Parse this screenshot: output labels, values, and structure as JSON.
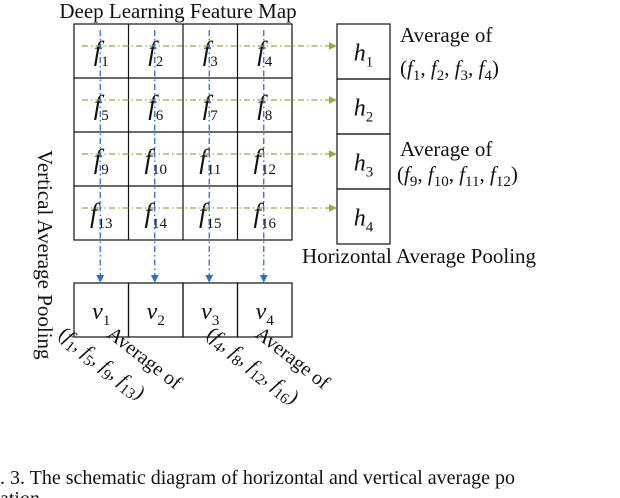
{
  "title": "Deep Learning Feature Map",
  "grid": [
    [
      {
        "base": "f",
        "sub": "1"
      },
      {
        "base": "f",
        "sub": "2"
      },
      {
        "base": "f",
        "sub": "3"
      },
      {
        "base": "f",
        "sub": "4"
      }
    ],
    [
      {
        "base": "f",
        "sub": "5"
      },
      {
        "base": "f",
        "sub": "6"
      },
      {
        "base": "f",
        "sub": "7"
      },
      {
        "base": "f",
        "sub": "8"
      }
    ],
    [
      {
        "base": "f",
        "sub": "9"
      },
      {
        "base": "f",
        "sub": "10"
      },
      {
        "base": "f",
        "sub": "11"
      },
      {
        "base": "f",
        "sub": "12"
      }
    ],
    [
      {
        "base": "f",
        "sub": "13"
      },
      {
        "base": "f",
        "sub": "14"
      },
      {
        "base": "f",
        "sub": "15"
      },
      {
        "base": "f",
        "sub": "16"
      }
    ]
  ],
  "h_cells": [
    {
      "base": "h",
      "sub": "1"
    },
    {
      "base": "h",
      "sub": "2"
    },
    {
      "base": "h",
      "sub": "3"
    },
    {
      "base": "h",
      "sub": "4"
    }
  ],
  "v_cells": [
    {
      "base": "v",
      "sub": "1"
    },
    {
      "base": "v",
      "sub": "2"
    },
    {
      "base": "v",
      "sub": "3"
    },
    {
      "base": "v",
      "sub": "4"
    }
  ],
  "annotations": {
    "avg_label": "Average of",
    "h1_terms": [
      "1",
      "2",
      "3",
      "4"
    ],
    "h3_terms": [
      "9",
      "10",
      "11",
      "12"
    ],
    "v1_terms": [
      "1",
      "5",
      "9",
      "13"
    ],
    "v4_terms": [
      "4",
      "8",
      "12",
      "16"
    ]
  },
  "labels": {
    "horizontal": "Horizontal Average Pooling",
    "vertical": "Vertical Average Pooling"
  },
  "caption": {
    "line1": ". 3.  The schematic diagram of horizontal and vertical average po",
    "line2": "ation"
  },
  "colors": {
    "h_arrow": "#8fae3a",
    "v_arrow": "#2a6fc9",
    "line": "#111111"
  }
}
